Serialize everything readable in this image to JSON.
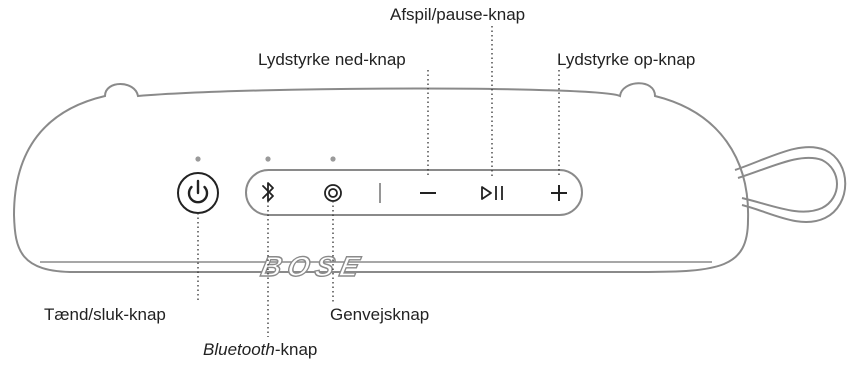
{
  "labels": {
    "play_pause": "Afspil/pause-knap",
    "volume_down": "Lydstyrke ned-knap",
    "volume_up": "Lydstyrke op-knap",
    "power": "Tænd/sluk-knap",
    "shortcut": "Genvejsknap",
    "bluetooth_italic": "Bluetooth",
    "bluetooth_suffix": "-knap"
  },
  "logo_text": "BOSE",
  "icons": [
    "power-icon",
    "bluetooth-icon",
    "shortcut-icon",
    "minus-icon",
    "play-pause-icon",
    "plus-icon"
  ],
  "colors": {
    "outline": "#8a8a8a",
    "text": "#222222",
    "dot": "#9a9a9a"
  }
}
